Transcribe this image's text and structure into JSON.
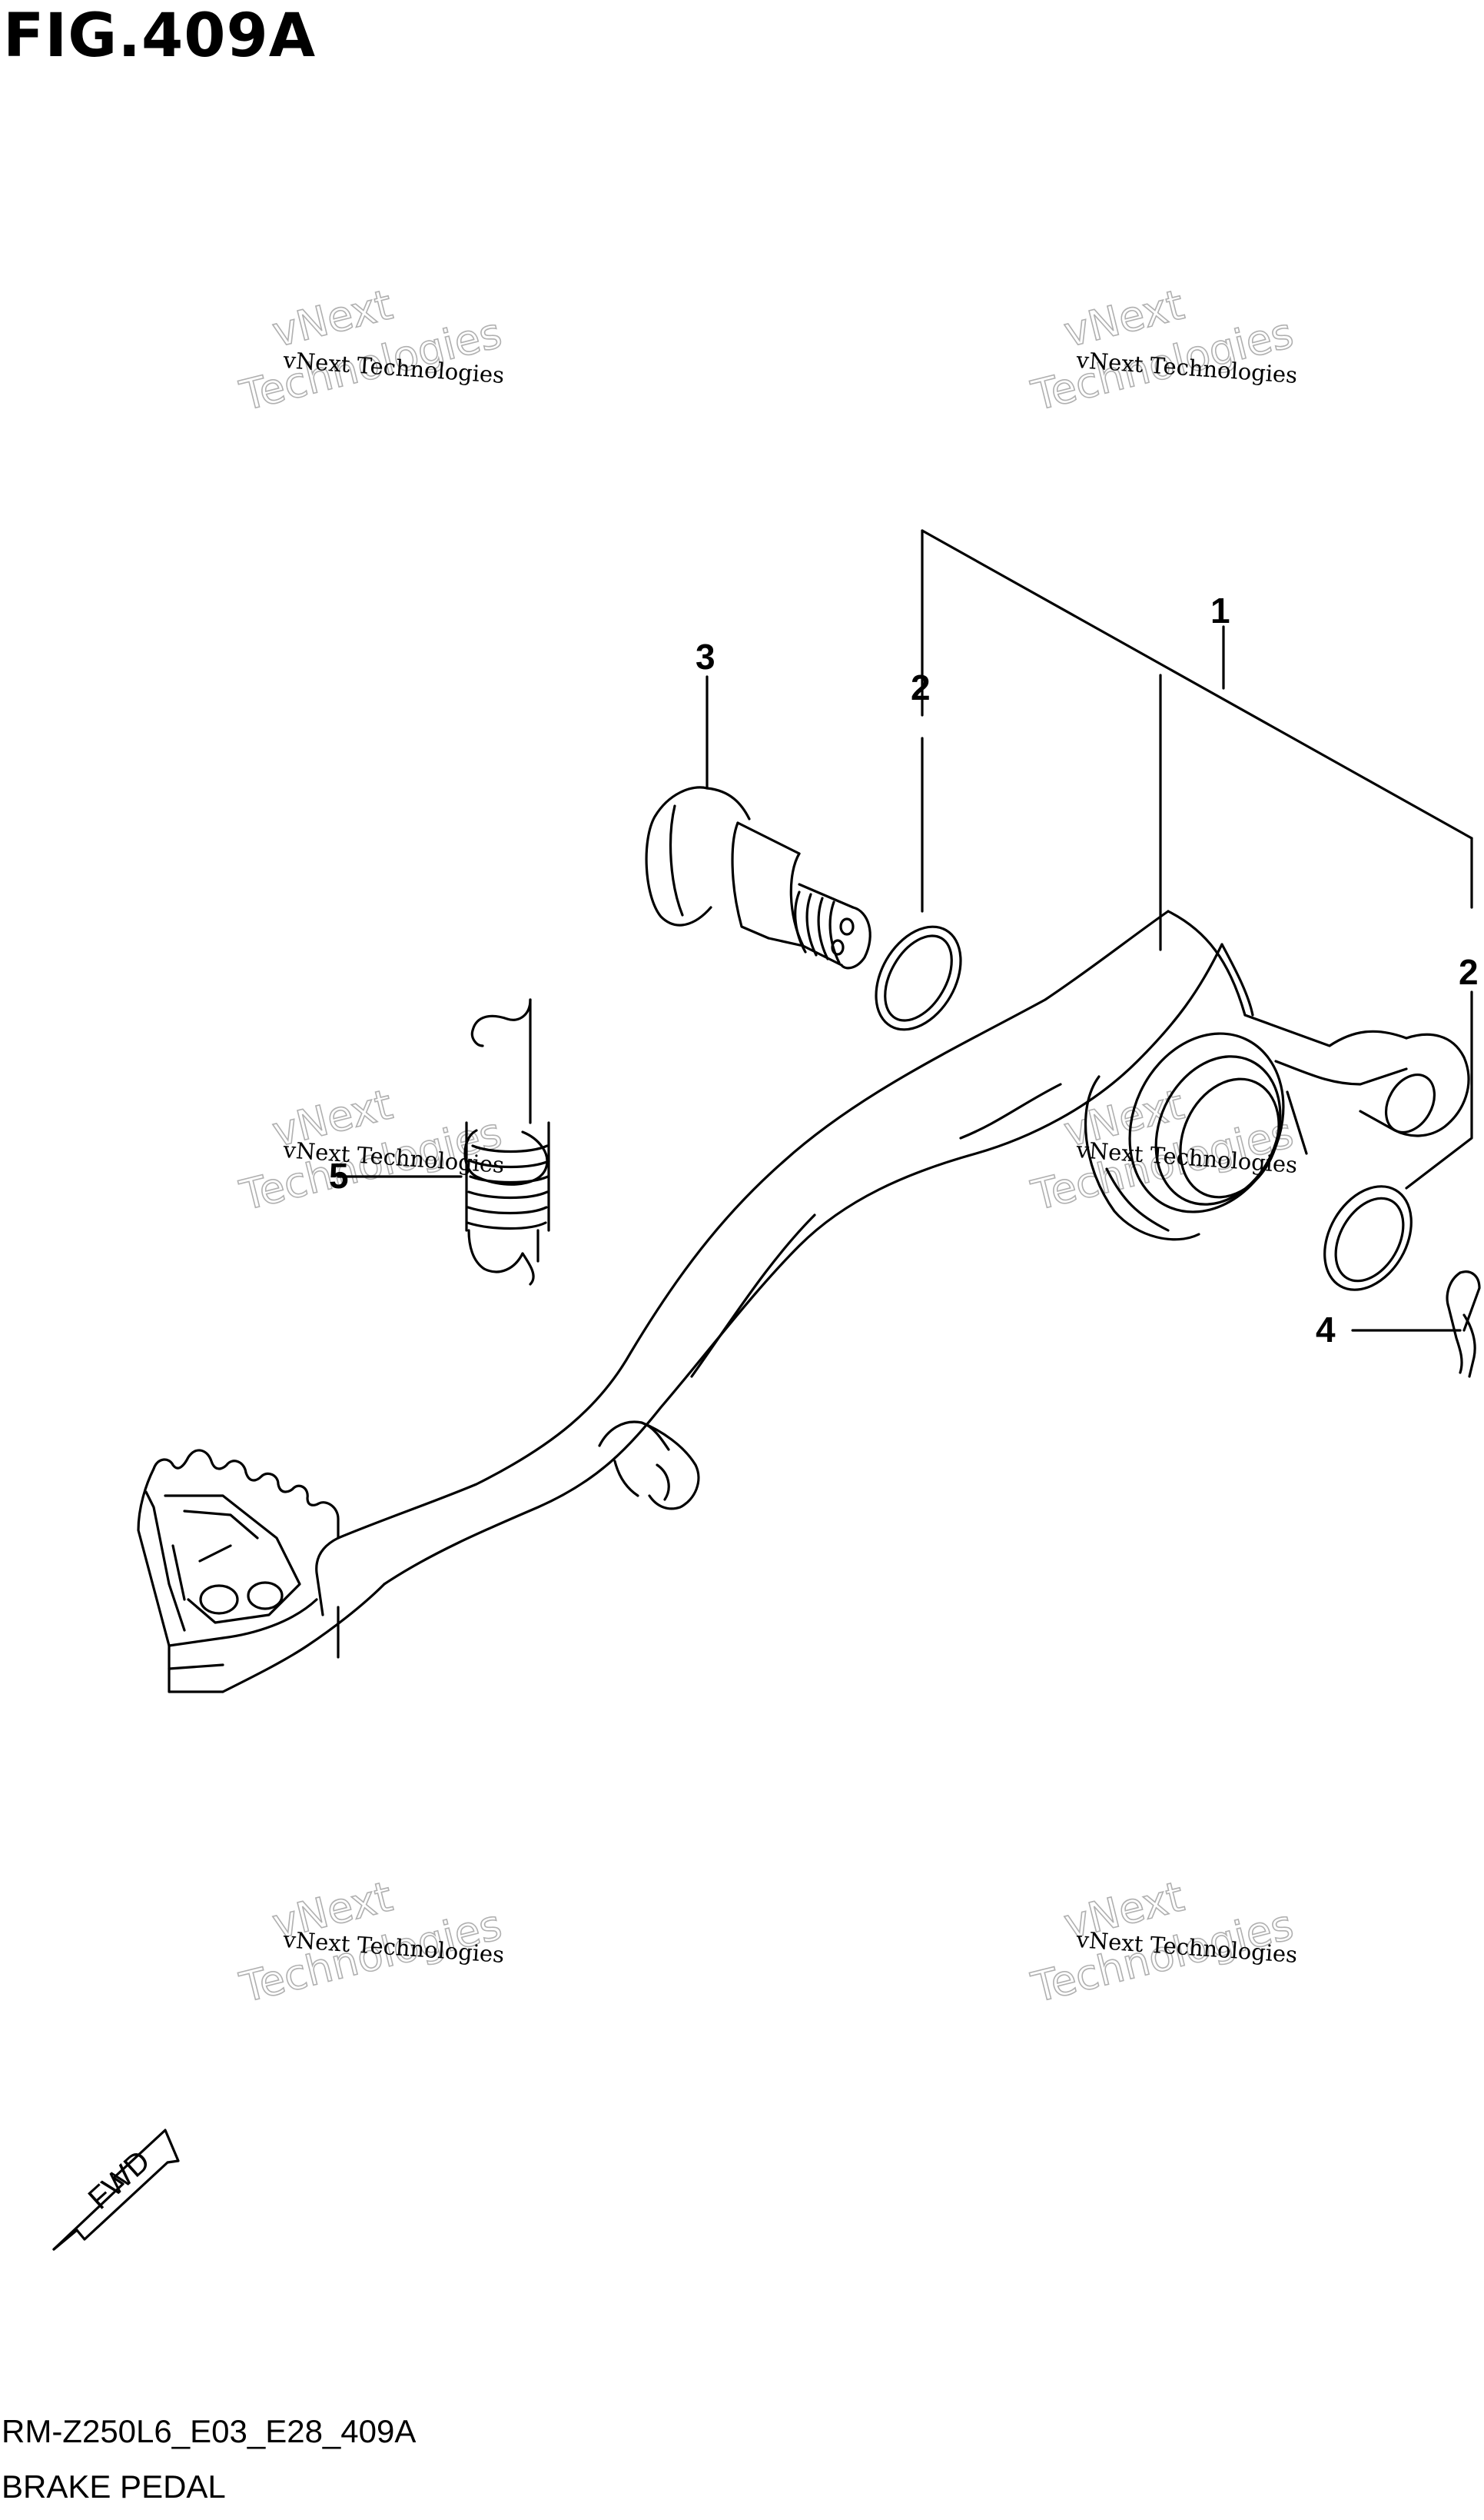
{
  "figure": {
    "title": "FIG.409A",
    "code": "RM-Z250L6_E03_E28_409A",
    "name": "BRAKE PEDAL"
  },
  "watermark": {
    "line_small": "vNext Technologies",
    "line_big_1": "vNext",
    "line_big_2": "Technologies"
  },
  "callouts": [
    {
      "number": "1",
      "part": "brake-pedal-assembly"
    },
    {
      "number": "2",
      "part": "seal-upper"
    },
    {
      "number": "2",
      "part": "seal-right"
    },
    {
      "number": "3",
      "part": "pivot-bolt"
    },
    {
      "number": "4",
      "part": "clip"
    },
    {
      "number": "5",
      "part": "return-spring"
    }
  ],
  "direction": {
    "label": "FWD",
    "icon": "fwd-arrow-icon"
  },
  "colors": {
    "line": "#000000",
    "watermark": "#b0b0b0"
  }
}
